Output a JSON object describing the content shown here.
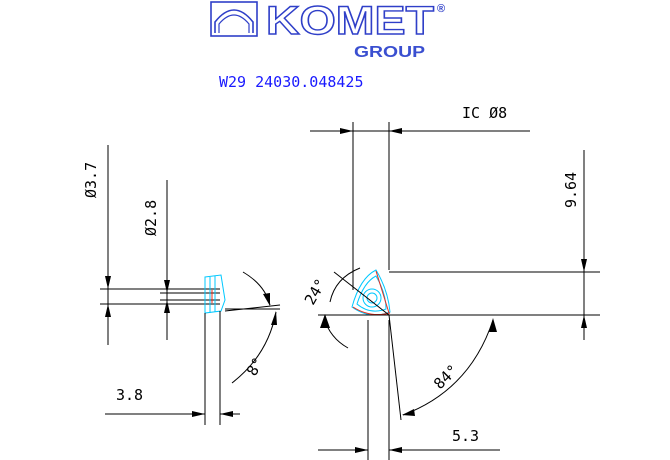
{
  "logo": {
    "brand": "KOMET",
    "registered": "®",
    "group": "GROUP",
    "brand_color": "#2f3fc8"
  },
  "part_number": "W29 24030.048425",
  "dimensions": {
    "ic_diameter": "IC Ø8",
    "height_9_64": "9.64",
    "diameter_3_7": "Ø3.7",
    "diameter_2_8": "Ø2.8",
    "angle_24": "24°",
    "angle_8": "8°",
    "angle_84": "84°",
    "length_3_8": "3.8",
    "length_5_3": "5.3"
  },
  "colors": {
    "line": "#000000",
    "insert_outline": "#00c8ff",
    "cutting_edge": "#e53020",
    "part_number": "#1a1aff"
  }
}
